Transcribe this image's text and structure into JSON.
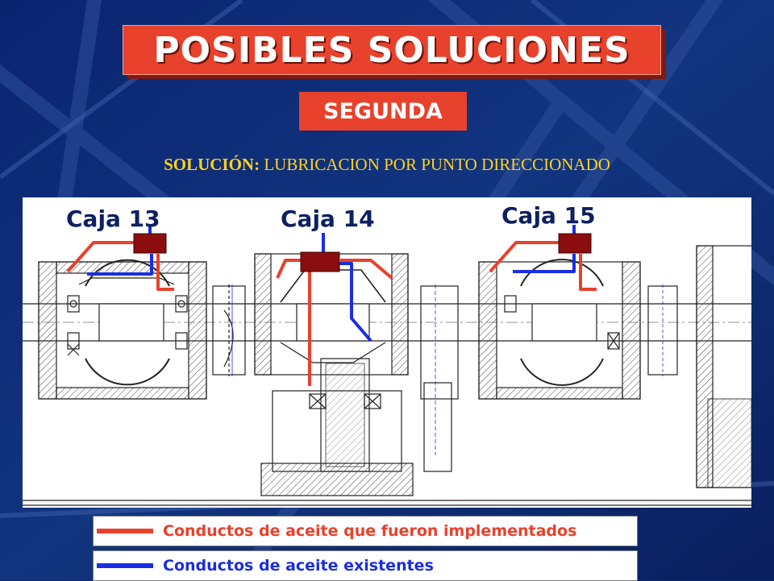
{
  "title": "POSIBLES SOLUCIONES",
  "subtitle": "SEGUNDA",
  "solution": {
    "label": "SOLUCIÓN:",
    "value": "LUBRICACION POR PUNTO DIRECCIONADO"
  },
  "boxes": [
    {
      "label": "Caja 13"
    },
    {
      "label": "Caja 14"
    },
    {
      "label": "Caja 15"
    }
  ],
  "legend": [
    {
      "text": "Conductos de aceite que fueron implementados",
      "color": "#e8412c"
    },
    {
      "text": "Conductos de aceite existentes",
      "color": "#1a2ee0"
    }
  ],
  "colors": {
    "background": "#0d2a6e",
    "accent": "#e8412c",
    "solution_text": "#ffd21a",
    "distributor": "#8b0d0d",
    "existing_duct": "#1a2ee0",
    "new_duct": "#e8412c"
  }
}
